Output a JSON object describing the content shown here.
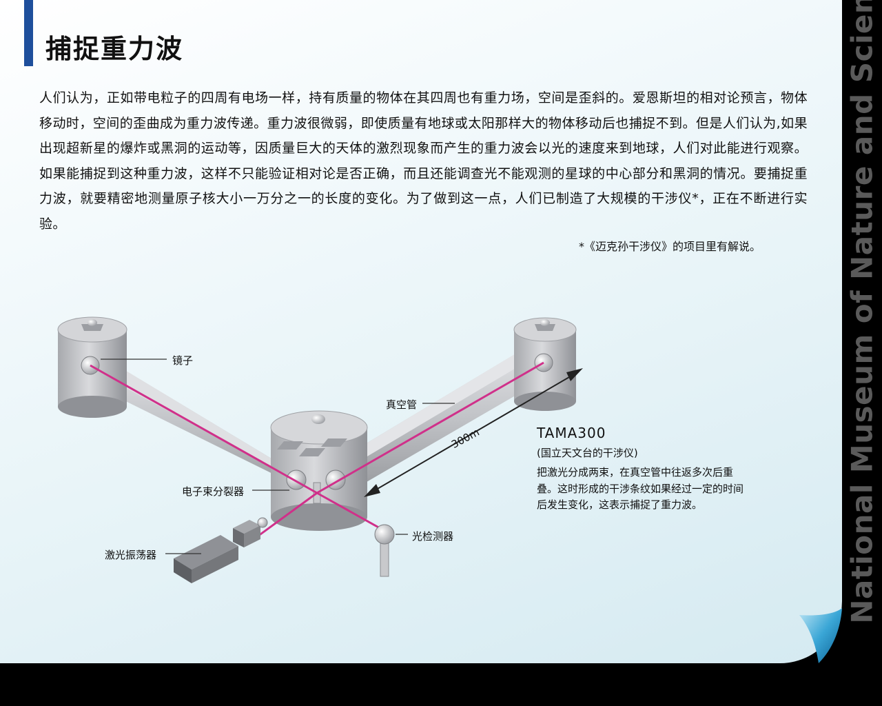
{
  "header": {
    "title": "捕捉重力波"
  },
  "intro": {
    "paragraph": "人们认为，正如带电粒子的四周有电场一样，持有质量的物体在其四周也有重力场，空间是歪斜的。爱恩斯坦的相对论预言，物体移动时，空间的歪曲成为重力波传递。重力波很微弱，即使质量有地球或太阳那样大的物体移动后也捕捉不到。但是人们认为,如果出现超新星的爆炸或黑洞的运动等，因质量巨大的天体的激烈现象而产生的重力波会以光的速度来到地球，人们对此能进行观察。如果能捕捉到这种重力波，这样不只能验证相对论是否正确，而且还能调查光不能观测的星球的中心部分和黑洞的情况。要捕捉重力波，就要精密地测量原子核大小一万分之一的长度的变化。为了做到这一点，人们已制造了大规模的干涉仪*，正在不断进行实验。",
    "footnote": "*《迈克孙干涉仪》的项目里有解说。"
  },
  "diagram": {
    "labels": {
      "mirror": "镜子",
      "vacuum_tube": "真空管",
      "beam_splitter": "电子束分裂器",
      "laser": "激光振荡器",
      "photodetector": "光检测器",
      "distance": "300m"
    },
    "tama": {
      "name": "TAMA300",
      "subtitle": "(国立天文台的干涉仪)",
      "description": "把激光分成两束，在真空管中往返多次后重叠。这时形成的干涉条纹如果经过一定的时间后发生变化，这表示捕捉了重力波。"
    },
    "colors": {
      "laser_beam": "#d0308a",
      "tube": "#c6c8cc",
      "accent": "#1e4f9c"
    }
  },
  "sidebar": {
    "text": "National Museum of Nature and Science"
  }
}
